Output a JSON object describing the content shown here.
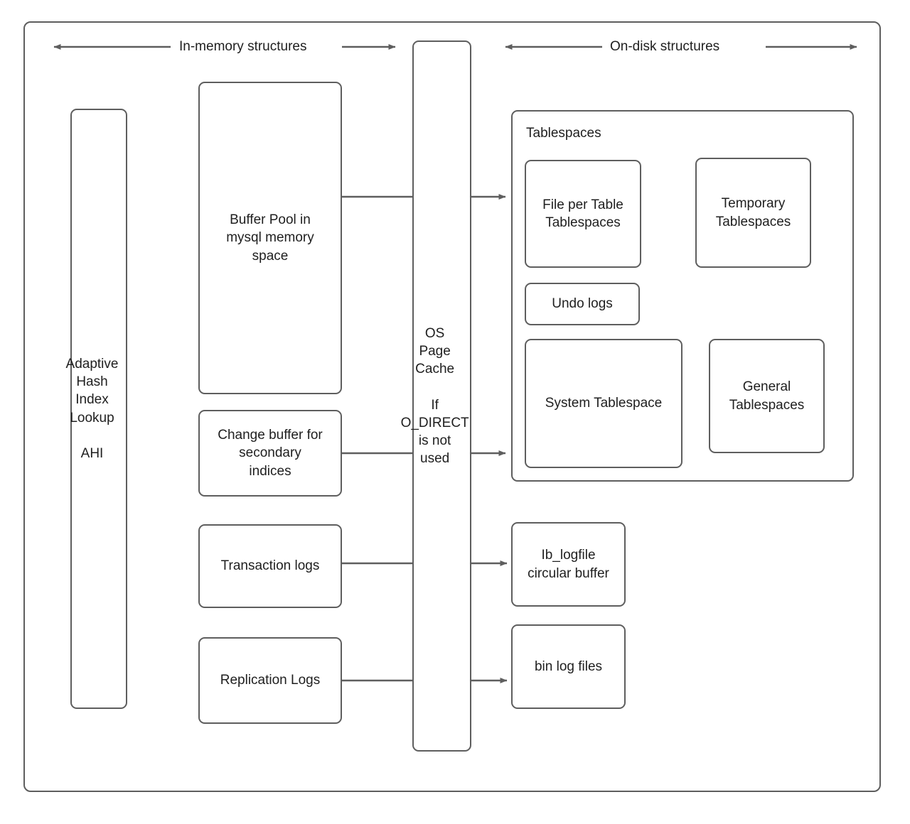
{
  "diagram": {
    "title_left": "In-memory structures",
    "title_right": "On-disk structures",
    "stroke_color": "#5e5e5e",
    "text_color": "#1f1f1f",
    "background": "#ffffff"
  },
  "memory_nodes": {
    "ahi": "Adaptive\nHash\nIndex\nLookup\n\nAHI",
    "buffer_pool": "Buffer Pool in\nmysql memory\nspace",
    "change_buffer": "Change buffer for\nsecondary\nindices",
    "transaction_logs": "Transaction logs",
    "replication_logs": "Replication Logs"
  },
  "middle_nodes": {
    "os_page_cache": "OS\nPage\nCache\n\nIf\nO_DIRECT\nis not\nused"
  },
  "disk_nodes": {
    "tablespaces_group": "Tablespaces",
    "file_per_table": "File per Table\nTablespaces",
    "temporary_tablespaces": "Temporary\nTablespaces",
    "undo_logs": "Undo logs",
    "system_tablespace": "System Tablespace",
    "general_tablespaces": "General\nTablespaces",
    "ib_logfile": "Ib_logfile\ncircular buffer",
    "bin_log_files": "bin log files"
  },
  "connections": [
    {
      "name": "buffer-pool-to-file-per-table",
      "from": "buffer_pool",
      "to": "file_per_table"
    },
    {
      "name": "change-buffer-to-system-tablespace",
      "from": "change_buffer",
      "to": "system_tablespace"
    },
    {
      "name": "transaction-logs-to-ib-logfile",
      "from": "transaction_logs",
      "to": "ib_logfile"
    },
    {
      "name": "replication-logs-to-bin-log-files",
      "from": "replication_logs",
      "to": "bin_log_files"
    }
  ]
}
